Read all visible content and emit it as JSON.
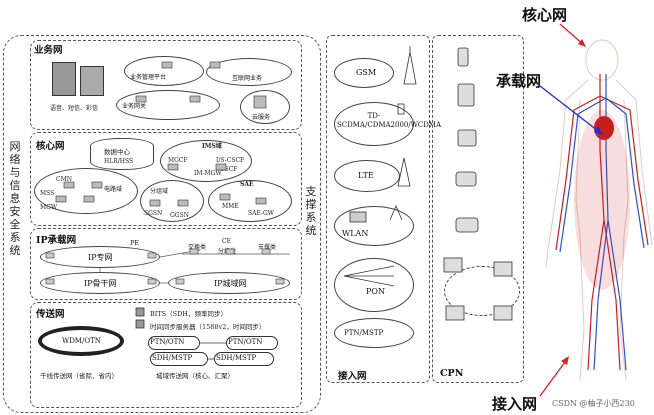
{
  "left_panel": {
    "side_label": "网络与信息安全系统",
    "layers": [
      {
        "title": "业务网",
        "nodes": [
          "业务管理平台",
          "互联网业务",
          "语音、短信、彩信",
          "业务网关",
          "云服务"
        ]
      },
      {
        "title": "核心网",
        "nodes": [
          "数据中心",
          "HLR/HSS",
          "IMS域",
          "MGCF",
          "I/S-CSCF",
          "CSCF",
          "IM-MGW",
          "CMN",
          "MSS",
          "电路域",
          "MGW",
          "分组域",
          "SGSN",
          "GGSN",
          "SAE",
          "MME",
          "SAE-GW"
        ]
      },
      {
        "title": "IP承载网",
        "nodes": [
          "PE",
          "IP专网",
          "交换类",
          "CE",
          "分组类",
          "支撑类",
          "IP骨干网",
          "IP城域网"
        ]
      },
      {
        "title": "传送网",
        "nodes": [
          "WDM/OTN",
          "BITS（SDH，频率同步）",
          "时间同步服务器（1588v2，时间同步）",
          "PTN/OTN",
          "SDH/MSTP",
          "干线传送网（省际、省内）",
          "城域传送网（核心、汇聚）"
        ]
      }
    ],
    "support_label": "支撑系统"
  },
  "access_panel": {
    "title": "接入网",
    "items": [
      "GSM",
      "TD-SCDMA/CDMA2000/WCDMA",
      "LTE",
      "WLAN",
      "PON",
      "PTN/MSTP"
    ]
  },
  "cpn_panel": {
    "title": "CPN"
  },
  "callouts": {
    "core": "核心网",
    "bearer": "承载网",
    "access": "接入网"
  },
  "watermark": "CSDN @柚子小西230",
  "colors": {
    "core_arrow": "#e02020",
    "bearer_arrow": "#1a2fd0",
    "access_arrow": "#e02020",
    "artery": "#c81e1e",
    "vein": "#2a4fd8"
  }
}
